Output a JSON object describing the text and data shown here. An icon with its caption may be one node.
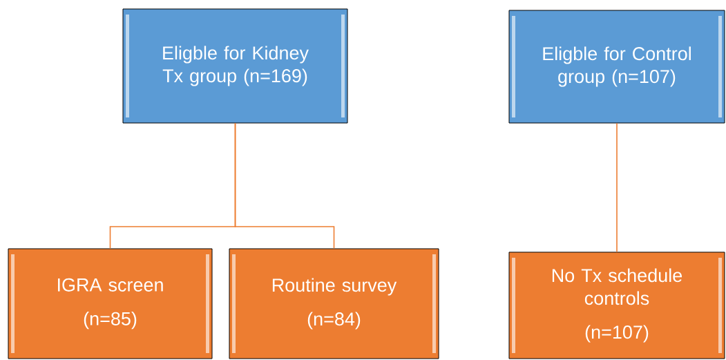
{
  "diagram": {
    "nodes": [
      {
        "text": [
          "Eligble for Kidney Tx group (n=169)"
        ]
      },
      {
        "text": [
          "Eligble for Control group (n=107)"
        ]
      },
      {
        "text": [
          "IGRA screen",
          "(n=85)"
        ]
      },
      {
        "text": [
          "Routine survey",
          "(n=84)"
        ]
      },
      {
        "text": [
          "No Tx schedule controls",
          "(n=107)"
        ]
      }
    ],
    "edges": [
      {
        "from": 0,
        "to": 2,
        "arrow": "none"
      },
      {
        "from": 0,
        "to": 3,
        "arrow": "none"
      },
      {
        "from": 1,
        "to": 4,
        "arrow": "none"
      }
    ]
  }
}
